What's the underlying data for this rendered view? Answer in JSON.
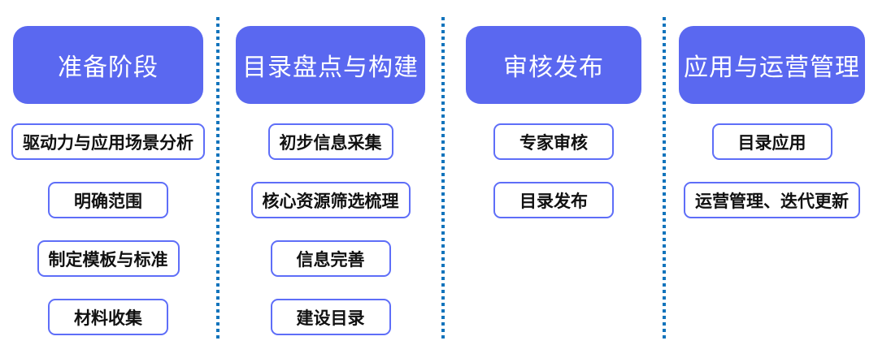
{
  "diagram_title": "catalog-construction-process",
  "colors": {
    "header_fill": "#5a68f0",
    "header_text": "#ffffff",
    "item_border": "#5e6ef8",
    "item_text": "#111111",
    "separator": "#1274bc",
    "page_bg": "#ffffff"
  },
  "columns": [
    {
      "title": "准备阶段",
      "items": [
        "驱动力与应用场景分析",
        "明确范围",
        "制定模板与标准",
        "材料收集"
      ]
    },
    {
      "title": "目录盘点与构建",
      "items": [
        "初步信息采集",
        "核心资源筛选梳理",
        "信息完善",
        "建设目录"
      ]
    },
    {
      "title": "审核发布",
      "items": [
        "专家审核",
        "目录发布"
      ]
    },
    {
      "title": "应用与运营管理",
      "items": [
        "目录应用",
        "运营管理、迭代更新"
      ]
    }
  ]
}
